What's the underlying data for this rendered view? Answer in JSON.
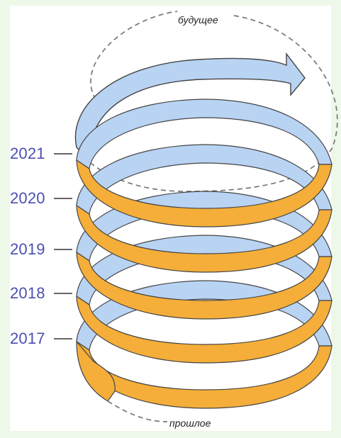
{
  "labels": {
    "future": "будущее",
    "past": "прошлое"
  },
  "years": [
    "2021",
    "2020",
    "2019",
    "2018",
    "2017"
  ],
  "colors": {
    "front_band": "#f4ae39",
    "back_band": "#b9d3f3",
    "outline": "#444444",
    "year_text": "#4b4fb0",
    "frame": "#eef8e8"
  }
}
